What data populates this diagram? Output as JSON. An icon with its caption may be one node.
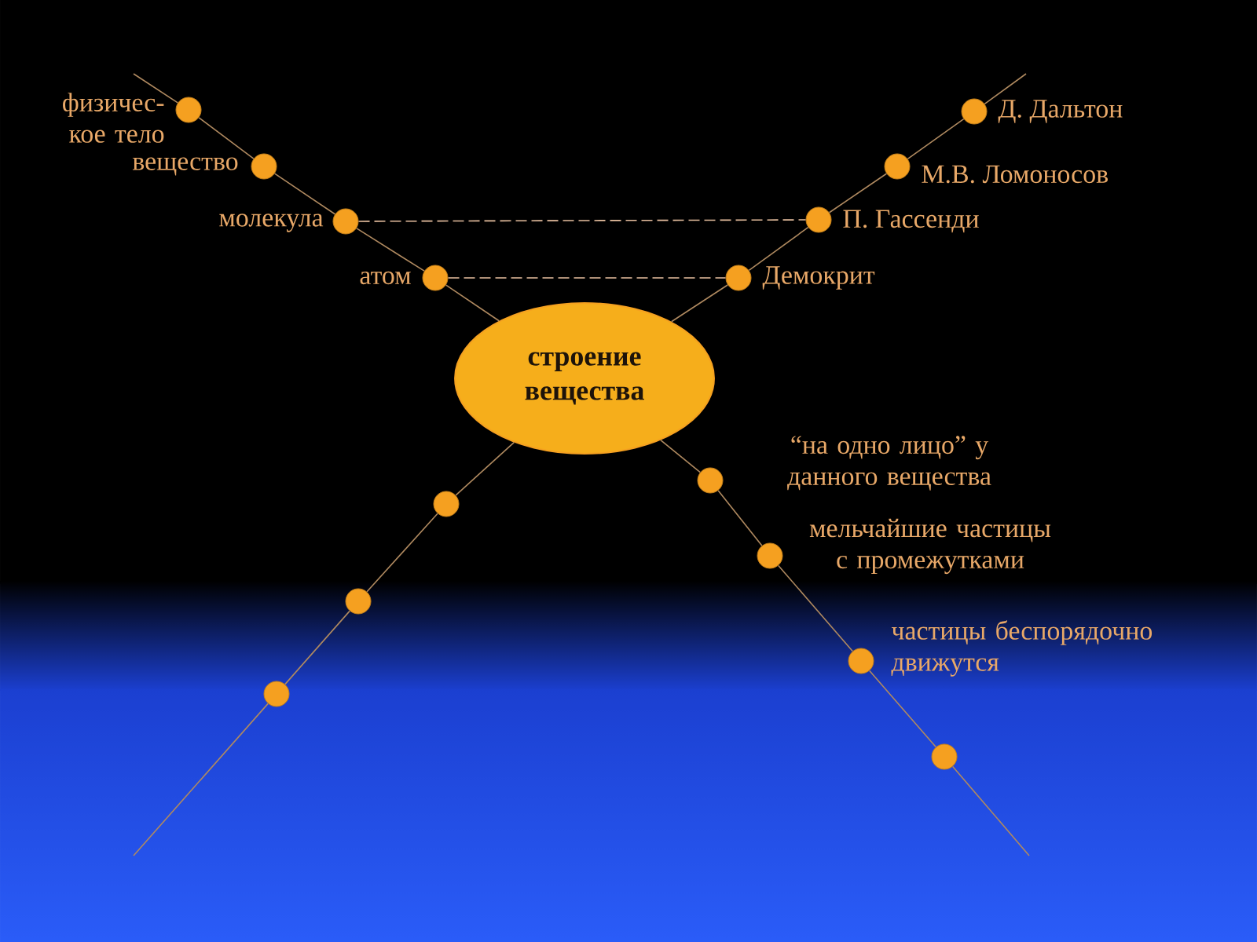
{
  "diagram": {
    "nodes": [
      {
        "text": [
          "строение вещества"
        ]
      },
      {
        "text": [],
        "shape": "circle",
        "beside": [
          "физичес- кое тело"
        ]
      },
      {
        "text": [],
        "shape": "circle",
        "beside": [
          "вещество"
        ]
      },
      {
        "text": [],
        "shape": "circle",
        "beside": [
          "молекула"
        ]
      },
      {
        "text": [],
        "shape": "circle",
        "beside": [
          "атом"
        ]
      },
      {
        "text": [],
        "shape": "circle",
        "beside": [
          "Д. Дальтон"
        ]
      },
      {
        "text": [],
        "shape": "circle",
        "beside": [
          "М.В. Ломоносов"
        ]
      },
      {
        "text": [],
        "shape": "circle",
        "beside": [
          "П. Гассенди"
        ]
      },
      {
        "text": [],
        "shape": "circle",
        "beside": [
          "Демокрит"
        ]
      },
      {
        "text": [],
        "shape": "circle"
      },
      {
        "text": [],
        "shape": "circle"
      },
      {
        "text": [],
        "shape": "circle"
      },
      {
        "text": [],
        "shape": "circle",
        "beside": [
          "“на одно лицо” у данного вещества"
        ]
      },
      {
        "text": [],
        "shape": "circle",
        "beside": [
          "мельчайшие частицы с промежутками"
        ]
      },
      {
        "text": [],
        "shape": "circle",
        "beside": [
          "частицы беспорядочно движутся"
        ]
      },
      {
        "text": [],
        "shape": "circle"
      }
    ],
    "edges": [
      {
        "from": 0,
        "to": 4,
        "arrow": "none"
      },
      {
        "from": 4,
        "to": 3,
        "arrow": "none"
      },
      {
        "from": 3,
        "to": 2,
        "arrow": "none"
      },
      {
        "from": 2,
        "to": 1,
        "arrow": "none"
      },
      {
        "from": 1,
        "to": null,
        "arrow": "none"
      },
      {
        "from": 0,
        "to": 8,
        "arrow": "none"
      },
      {
        "from": 8,
        "to": 7,
        "arrow": "none"
      },
      {
        "from": 7,
        "to": 6,
        "arrow": "none"
      },
      {
        "from": 6,
        "to": 5,
        "arrow": "none"
      },
      {
        "from": 5,
        "to": null,
        "arrow": "none"
      },
      {
        "from": 0,
        "to": 9,
        "arrow": "none"
      },
      {
        "from": 9,
        "to": 10,
        "arrow": "none"
      },
      {
        "from": 10,
        "to": 11,
        "arrow": "none"
      },
      {
        "from": 11,
        "to": null,
        "arrow": "none"
      },
      {
        "from": 0,
        "to": 12,
        "arrow": "none"
      },
      {
        "from": 12,
        "to": 13,
        "arrow": "none"
      },
      {
        "from": 13,
        "to": 14,
        "arrow": "none"
      },
      {
        "from": 14,
        "to": 15,
        "arrow": "none"
      },
      {
        "from": 15,
        "to": null,
        "arrow": "none"
      },
      {
        "from": 3,
        "to": 7,
        "arrow": "none",
        "style": "dashed",
        "color": "#e8c0a0"
      },
      {
        "from": 4,
        "to": 8,
        "arrow": "none",
        "style": "dashed",
        "color": "#e8c0a0"
      }
    ]
  }
}
